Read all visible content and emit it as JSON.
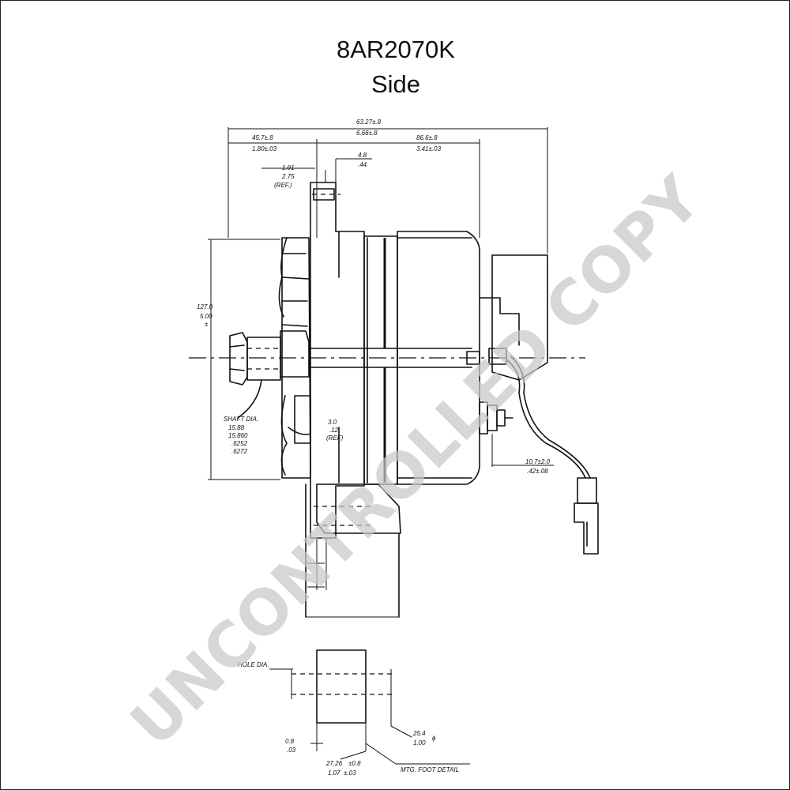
{
  "header": {
    "part_number": "8AR2070K",
    "view_label": "Side"
  },
  "watermark": {
    "text": "UNCONTROLLED COPY",
    "color": "#c8c8c8"
  },
  "dimensions": {
    "overall_mm": "63.27±.8",
    "overall_in": "6.66±.8",
    "front_mm": "45.7±.8",
    "front_in": "1.80±.03",
    "rear_mm": "86.6±.8",
    "rear_in": "3.41±.03",
    "flange_mm": "4.8",
    "flange_in": ".44",
    "pulley_mm": "1.91",
    "pulley_in": "2.75",
    "pulley_ref": "(REF.)",
    "height_mm": "127.0",
    "height_in": "5.00",
    "height_sym": "±",
    "shaft_label": "SHAFT DIA.",
    "shaft_mm_1": "15.88",
    "shaft_mm_2": "15.860",
    "shaft_in_1": ".6252",
    "shaft_in_2": ".6272",
    "mid_mm": "3.0",
    "mid_in": ".12",
    "mid_ref": "(REF)",
    "term_mm": "10.7±2.0",
    "term_in": ".42±.08",
    "hole_label": "HOLE DIA.",
    "foot_mm": "25.4",
    "foot_in": "1.00",
    "foot_sym": "ϕ",
    "small_mm": "0.8",
    "small_in": ".03",
    "bottom_mm": "27.26",
    "bottom_tol": "±0.8",
    "bottom_in": "1.07",
    "bottom_in_tol": "±.03",
    "detail_label": "MTG. FOOT DETAIL"
  }
}
